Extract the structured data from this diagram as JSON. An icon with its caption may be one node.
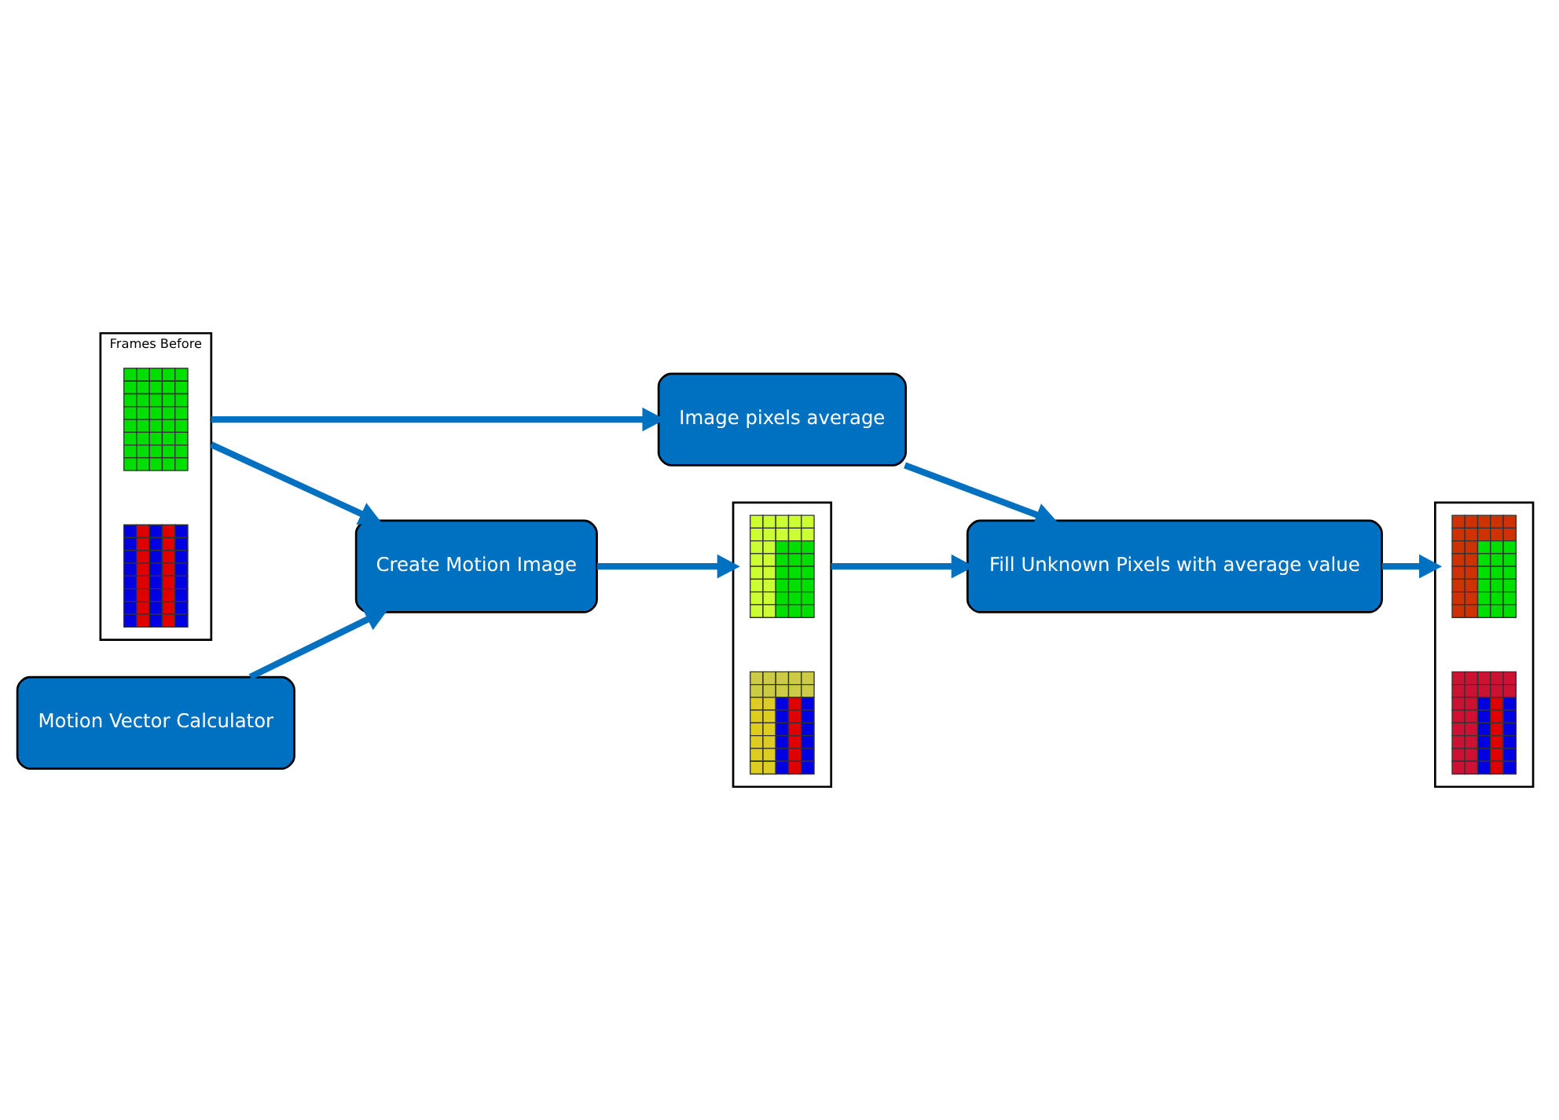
{
  "diagram": {
    "nodes": [
      {
        "text": [
          "Frames Before"
        ]
      },
      {
        "text": [],
        "shape": "picture",
        "in": 0
      },
      {
        "text": [],
        "shape": "picture",
        "in": 0
      },
      {
        "text": [
          "Image pixels average"
        ]
      },
      {
        "text": [
          "Fill Unknown Pixels with average value"
        ]
      },
      {
        "text": [
          "Create Motion Image"
        ]
      },
      {
        "text": [
          "Motion Vector Calculator"
        ]
      },
      {
        "text": [],
        "shape": "box"
      },
      {
        "text": [],
        "shape": "picture",
        "in": 7
      },
      {
        "text": [],
        "shape": "picture",
        "in": 7
      },
      {
        "text": [],
        "shape": "box"
      },
      {
        "text": [],
        "shape": "picture",
        "in": 10
      },
      {
        "text": [],
        "shape": "picture",
        "in": 10
      }
    ],
    "edges": [
      {
        "from": 0,
        "to": 3,
        "arrow": "to"
      },
      {
        "from": 0,
        "to": 5,
        "arrow": "to"
      },
      {
        "from": 3,
        "to": 4,
        "arrow": "to"
      },
      {
        "from": 5,
        "to": 7,
        "arrow": "to"
      },
      {
        "from": 6,
        "to": 5,
        "arrow": "to"
      },
      {
        "from": 7,
        "to": 4,
        "arrow": "to"
      },
      {
        "from": 4,
        "to": 10,
        "arrow": "to"
      }
    ]
  }
}
